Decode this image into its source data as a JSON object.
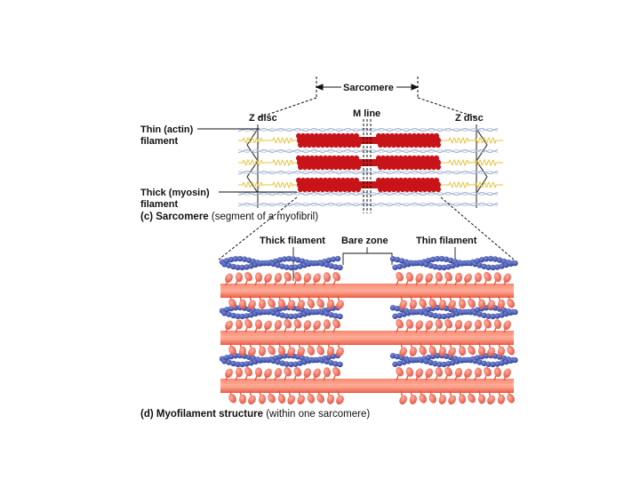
{
  "panel_c": {
    "sarcomere_label": "Sarcomere",
    "z_disc_left": "Z disc",
    "z_disc_right": "Z disc",
    "m_line": "M line",
    "thin_line1": "Thin (actin)",
    "thin_line2": "filament",
    "thick_line1": "Thick (myosin)",
    "thick_line2": "filament",
    "caption_bold": "(c) Sarcomere",
    "caption_rest": " (segment of a myofibril)"
  },
  "panel_d": {
    "thick_filament": "Thick filament",
    "bare_zone": "Bare zone",
    "thin_filament": "Thin filament",
    "caption_bold": "(d) Myofilament structure",
    "caption_rest": " (within one sarcomere)"
  },
  "colors": {
    "thick": "#c81418",
    "thin": "#8fa6c8",
    "titin": "#e6c43a",
    "myosin_rod": "#ef6a50",
    "myosin_head": "#ee5a48",
    "actin_bead": "#3b4ea8"
  }
}
